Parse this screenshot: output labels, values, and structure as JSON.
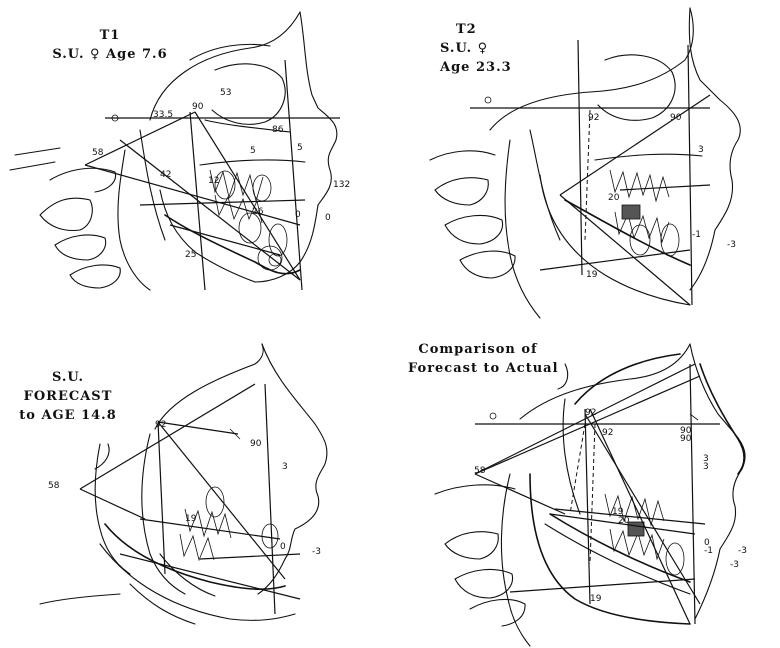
{
  "panels": {
    "t1": {
      "title_line1": "T1",
      "title_line2": "S.U. ♀ Age 7.6",
      "labels": {
        "a": "53",
        "b": "90",
        "c": "33.5",
        "d": "58",
        "e": "86",
        "f": "5",
        "g": "5",
        "h": "42",
        "i": "12",
        "j": "132",
        "k": "26",
        "l": "0",
        "m": "0",
        "n": "25"
      }
    },
    "t2": {
      "title_line1": "T2",
      "title_line2": "S.U. ♀",
      "title_line3": "Age 23.3",
      "labels": {
        "a": "92",
        "b": "90",
        "c": "3",
        "d": "20",
        "e": "-1",
        "f": "-3",
        "g": "19"
      }
    },
    "forecast": {
      "title_line1": "S.U.",
      "title_line2": "FORECAST",
      "title_line3": "to AGE 14.8",
      "labels": {
        "a": "92",
        "b": "90",
        "c": "58",
        "d": "3",
        "e": "19",
        "f": "0",
        "g": "-3"
      }
    },
    "comparison": {
      "title_line1": "Comparison of",
      "title_line2": "Forecast to Actual",
      "labels": {
        "a": "92",
        "b": "92",
        "c": "90",
        "d": "90",
        "e": "3",
        "f": "3",
        "g": "58",
        "h": "19",
        "i": "20",
        "j": "0",
        "k": "-1",
        "l": "-3",
        "m": "-3",
        "n": "19"
      }
    }
  }
}
